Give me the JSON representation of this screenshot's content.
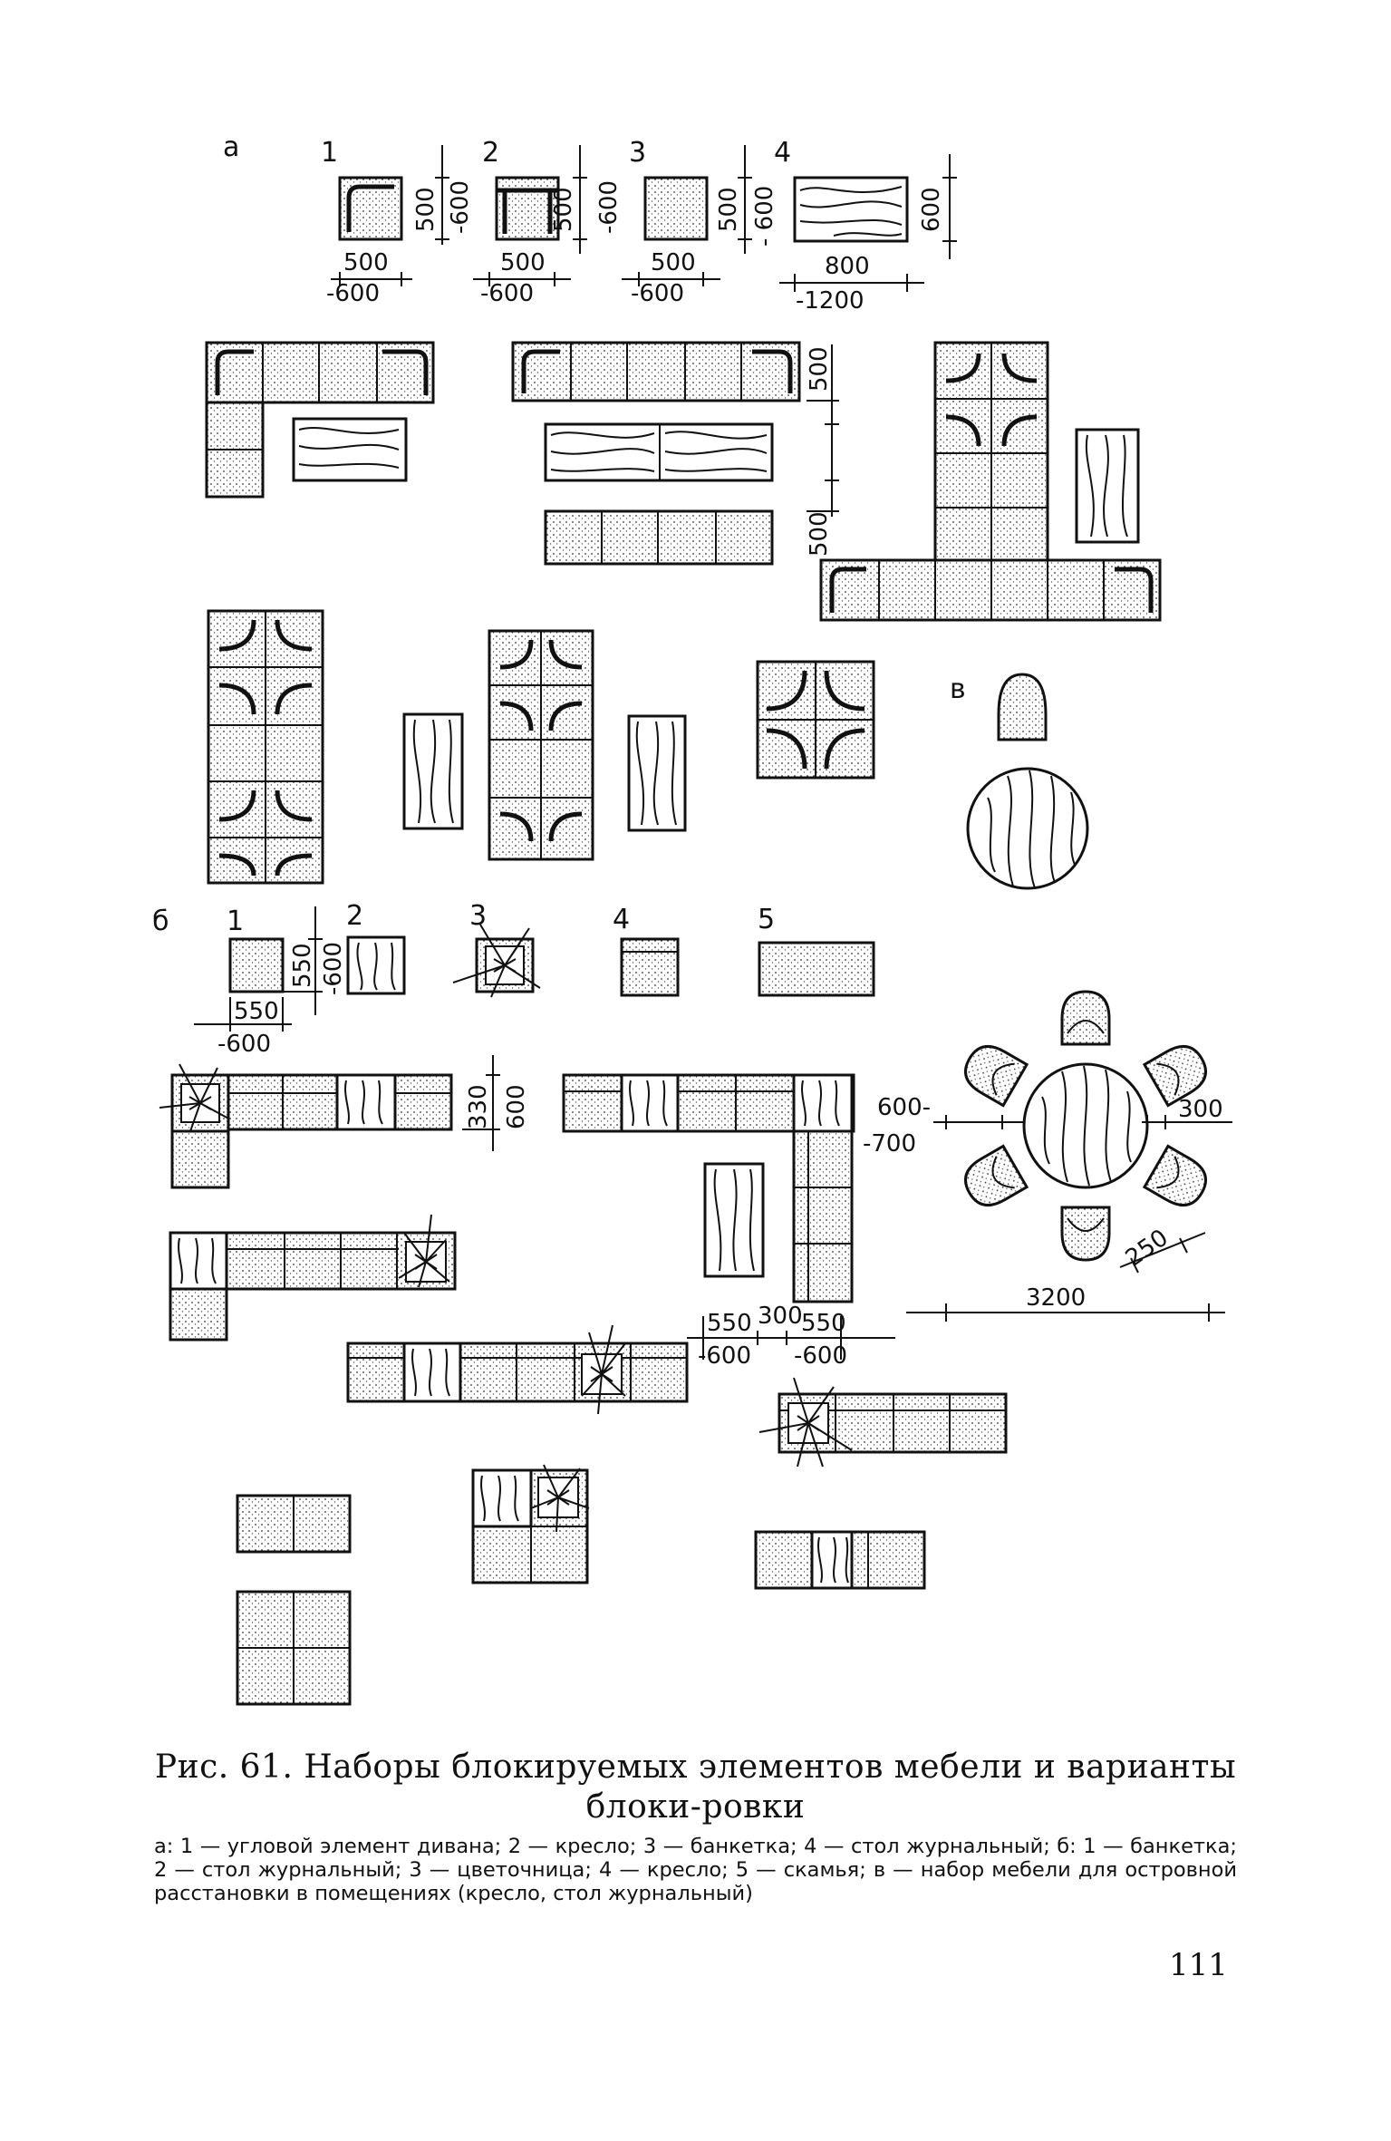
{
  "figure": {
    "panel_labels": {
      "a": "а",
      "b": "б",
      "v": "в"
    },
    "set_a": {
      "numbers": [
        "1",
        "2",
        "3",
        "4"
      ],
      "dims": {
        "h1a": "500",
        "h1b": "-600",
        "v1a": "500",
        "v1b": "-600",
        "h2a": "500",
        "h2b": "-600",
        "v2a": "500",
        "v2b": "-600",
        "h3a": "500",
        "h3b": "-600",
        "v3a": "500",
        "v3b": "- 600",
        "h4a": "800",
        "h4b": "-1200",
        "v4a": "600",
        "gap1": "500",
        "gap2": "500"
      }
    },
    "set_b": {
      "numbers": [
        "1",
        "2",
        "3",
        "4",
        "5"
      ],
      "dims": {
        "h1a": "550",
        "h1b": "-600",
        "v1a": "550",
        "v1b": "-600",
        "seat_a": "330",
        "seat_b": "600",
        "s1a": "550",
        "s1b": "-600",
        "s2": "300",
        "s3a": "550",
        "s3b": "-600"
      }
    },
    "set_v": {
      "dims": {
        "d1a": "600-",
        "d1b": "-700",
        "d2": "300",
        "d3": "250",
        "d4": "3200"
      }
    }
  },
  "caption": {
    "title": "Рис. 61. Наборы блокируемых элементов мебели и варианты блоки-ровки",
    "legend": "а: 1 — угловой элемент дивана; 2 — кресло; 3 — банкетка; 4 — стол журнальный; б: 1 — банкетка; 2 — стол журнальный; 3 — цветочница; 4 — кресло; 5 — скамья; в — набор мебели для островной расстановки в помещениях (кресло, стол журнальный)"
  },
  "page_number": "111"
}
